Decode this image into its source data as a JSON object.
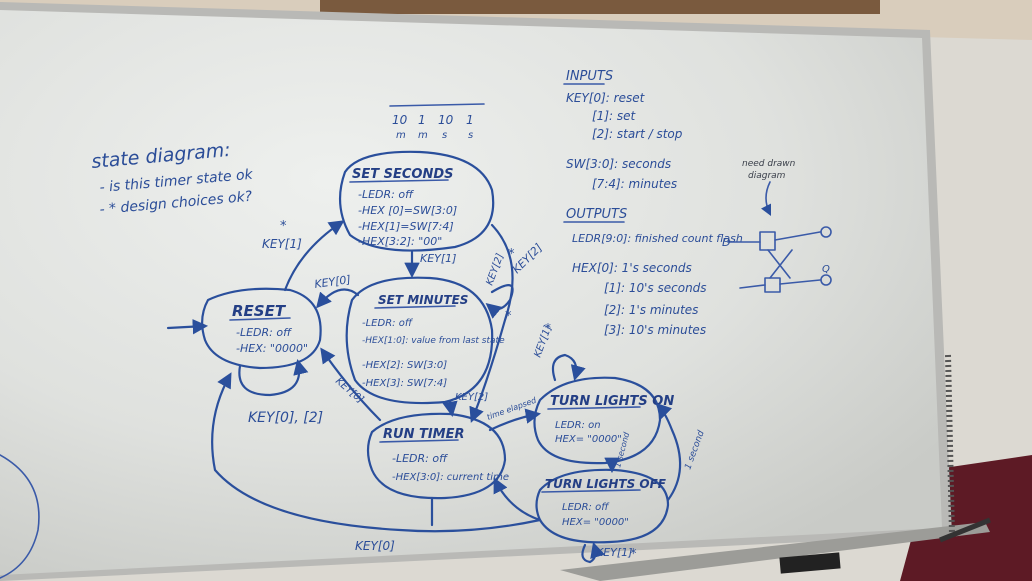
{
  "board": {
    "title": "state diagram:",
    "questions": [
      "- is this timer state ok",
      "- * design choices ok?"
    ],
    "display_columns": [
      {
        "top": "10",
        "bottom": "m"
      },
      {
        "top": "1",
        "bottom": "m"
      },
      {
        "top": "10",
        "bottom": "s"
      },
      {
        "top": "1",
        "bottom": "s"
      }
    ]
  },
  "states": {
    "set_seconds": {
      "title": "SET SECONDS",
      "lines": [
        "-LEDR: off",
        "-HEX [0]=SW[3:0]",
        "-HEX[1]=SW[7:4]",
        "-HEX[3:2]: \"00\""
      ]
    },
    "set_minutes": {
      "title": "SET MINUTES",
      "lines": [
        "-LEDR: off",
        "-HEX[1:0]: value from last state",
        "-HEX[2]: SW[3:0]",
        "-HEX[3]: SW[7:4]"
      ]
    },
    "reset": {
      "title": "RESET",
      "lines": [
        "-LEDR: off",
        "-HEX: \"0000\""
      ]
    },
    "run_timer": {
      "title": "RUN TIMER",
      "lines": [
        "-LEDR: off",
        "-HEX[3:0]: current time"
      ]
    },
    "turn_lights_on": {
      "title": "TURN LIGHTS ON",
      "lines": [
        "LEDR: on",
        "HEX= \"0000\""
      ]
    },
    "turn_lights_off": {
      "title": "TURN LIGHTS OFF",
      "lines": [
        "LEDR: off",
        "HEX= \"0000\""
      ]
    }
  },
  "transitions": {
    "key1_top": "KEY[1]",
    "key1_mid": "KEY[1]",
    "key2_loop": "KEY[2]",
    "key0_reset": "KEY[0]",
    "key0_runtimer": "KEY[0]",
    "key2_minutes": "KEY[2]",
    "reset_loop": "KEY[0], [2]",
    "time_elapsed": "time elapsed",
    "key1_lights": "KEY[1]",
    "second_a": "1 second",
    "second_b": "1 second",
    "key0_bottom": "KEY[0]",
    "key1_bottom": "KEY[1]"
  },
  "inputs": {
    "title": "INPUTS",
    "lines": [
      "KEY[0]: reset",
      "[1]: set",
      "[2]: start / stop",
      "SW[3:0]: seconds",
      "[7:4]: minutes"
    ]
  },
  "outputs": {
    "title": "OUTPUTS",
    "lines": [
      "LEDR[9:0]: finished count flash",
      "HEX[0]: 1's seconds",
      "[1]: 10's seconds",
      "[2]: 1's minutes",
      "[3]: 10's minutes"
    ]
  },
  "circuit_note": [
    "need drawn",
    "diagram"
  ],
  "colors": {
    "ink": "#2a4f9c",
    "board": "#e4e5e3",
    "frame": "#b9b9b6",
    "wall": "#5d1a25"
  }
}
